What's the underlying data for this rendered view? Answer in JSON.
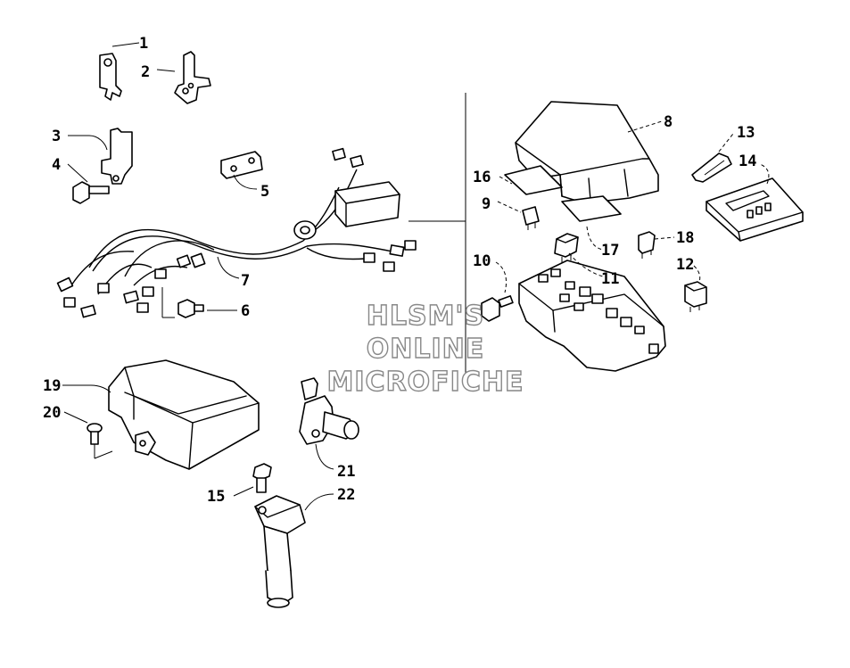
{
  "diagram": {
    "watermark": [
      "HLSM'S",
      "ONLINE",
      "MICROFICHE"
    ],
    "callouts": [
      "1",
      "2",
      "3",
      "4",
      "5",
      "6",
      "7",
      "8",
      "9",
      "10",
      "11",
      "12",
      "13",
      "14",
      "15",
      "16",
      "17",
      "18",
      "19",
      "20",
      "21",
      "22"
    ]
  }
}
